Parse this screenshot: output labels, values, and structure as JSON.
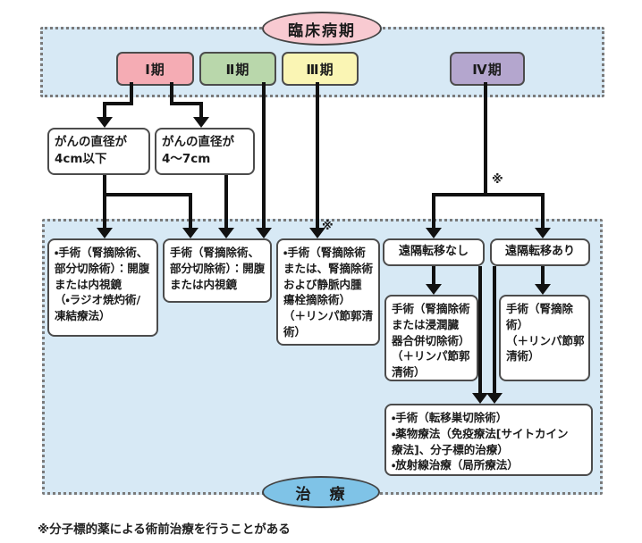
{
  "panels": {
    "stage_title": "臨床病期",
    "treatment_title": "治　療"
  },
  "stages": [
    {
      "label": "Ⅰ期",
      "color": "#f5acb4"
    },
    {
      "label": "Ⅱ期",
      "color": "#b9d7ab"
    },
    {
      "label": "Ⅲ期",
      "color": "#faf5b4"
    },
    {
      "label": "Ⅳ期",
      "color": "#b4a6ce"
    }
  ],
  "criteria": [
    {
      "text": "がんの直径が\n4cm以下"
    },
    {
      "text": "がんの直径が\n4～7cm"
    }
  ],
  "metastasis": [
    {
      "text": "遠隔転移なし"
    },
    {
      "text": "遠隔転移あり"
    }
  ],
  "treatments": {
    "stage1_small": "・手術（腎摘除術、\n部分切除術）：開腹\nまたは内視鏡\n（・ラジオ焼灼術/\n凍結療法）",
    "stage1_2": "手術（腎摘除術、\n部分切除術）：開腹\nまたは内視鏡",
    "stage3": "・手術（腎摘除術\nまたは、腎摘除術\nおよび静脈内腫\n瘍栓摘除術）\n（＋リンパ節郭清\n術）",
    "no_metastasis": "手術（腎摘除術\nまたは浸潤臓\n器合併切除術）\n（＋リンパ節郭\n清術）",
    "with_metastasis": "手術（腎摘除\n術）\n（＋リンパ節郭\n清術）",
    "stage4_common": "・手術（転移巣切除術）\n・薬物療法（免疫療法[サイトカイン\n療法]、分子標的治療）\n・放射線治療（局所療法）"
  },
  "note_mark": "※",
  "footnote": "※分子標的薬による術前治療を行うことがある",
  "colors": {
    "panel_fill": "#d7e9f5",
    "top_oval": "#f8cad1",
    "bottom_oval": "#7fc3e7",
    "box_border": "#4c4c4c",
    "arrow": "#111111"
  }
}
